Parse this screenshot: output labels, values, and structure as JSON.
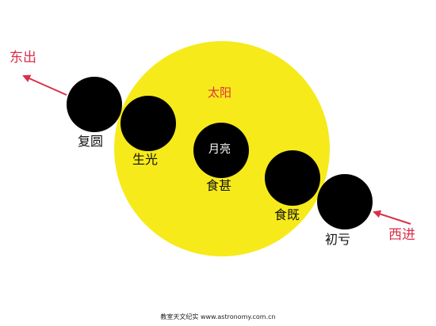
{
  "sun": {
    "label": "太阳",
    "color": "#f6ea1a"
  },
  "moon": {
    "label": "月亮",
    "color": "#000000"
  },
  "phases": {
    "fuyuan": "复圆",
    "shengguang": "生光",
    "shishen": "食甚",
    "shiji": "食既",
    "chukui": "初亏"
  },
  "directions": {
    "east_out": "东出",
    "west_in": "西进",
    "arrow_color": "#d9304a"
  },
  "watermark": "教室天文纪实 www.astronomy.com.cn"
}
